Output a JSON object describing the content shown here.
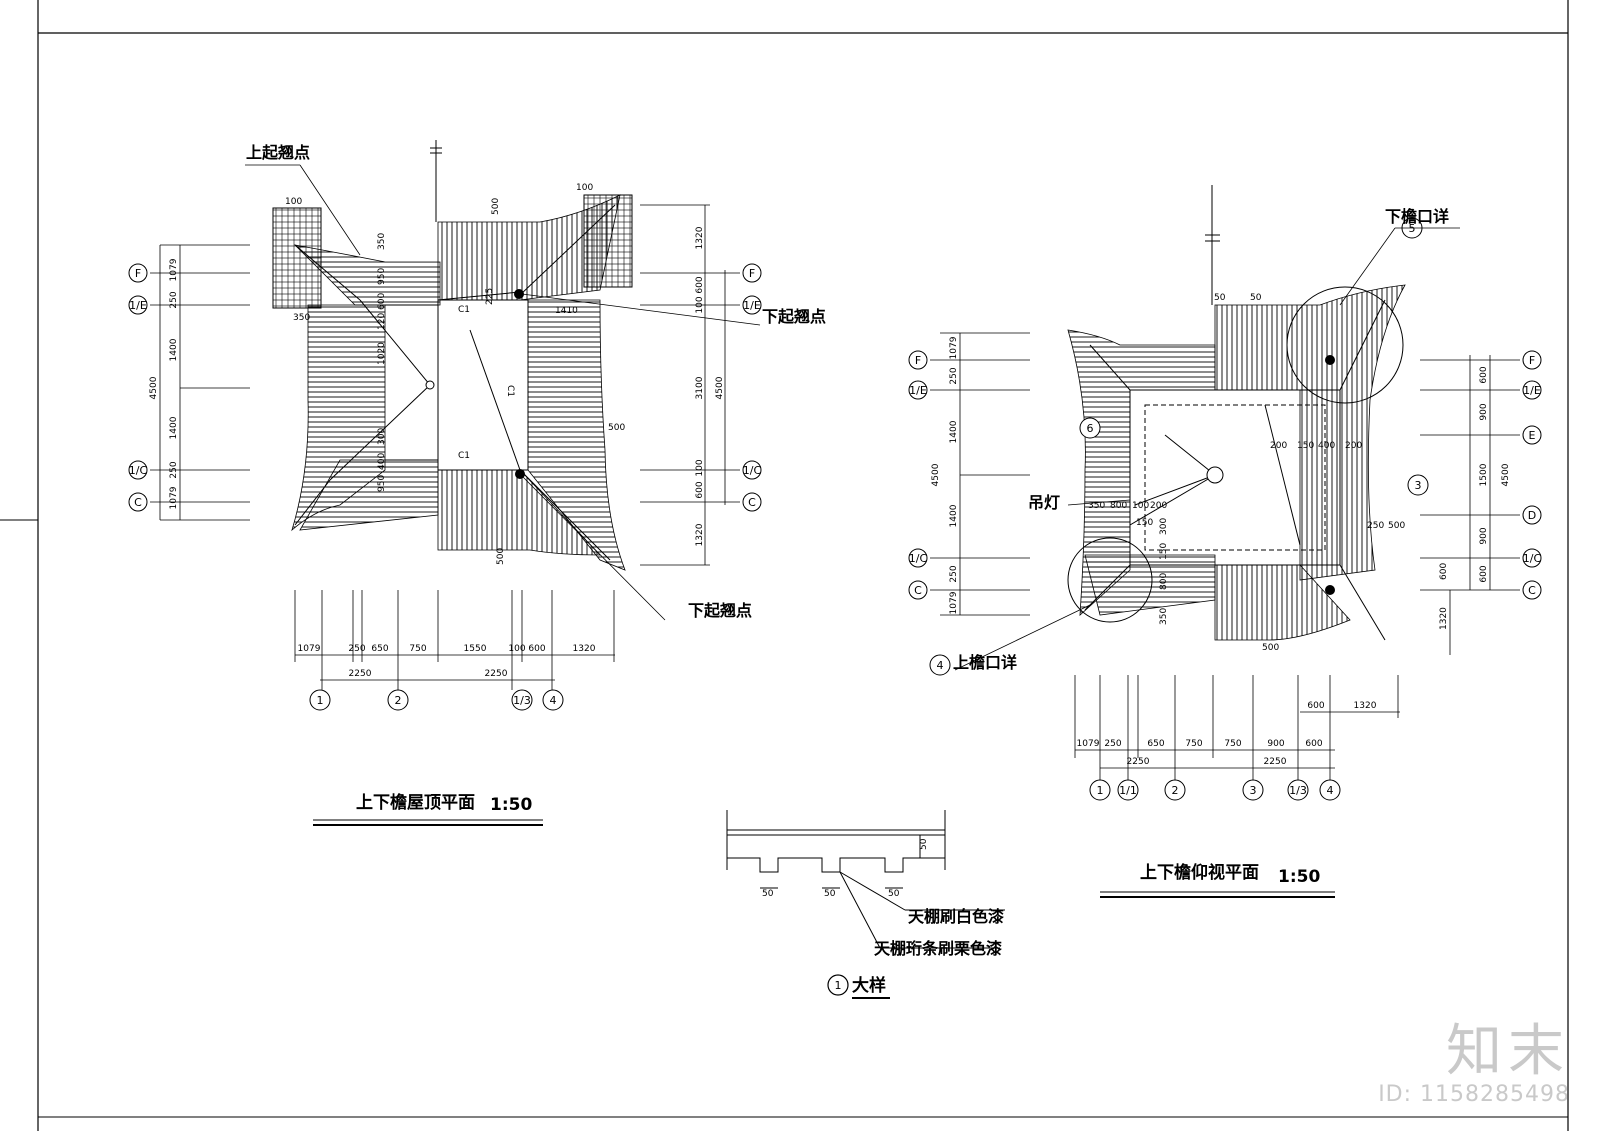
{
  "titles": {
    "roof_plan": "上下檐屋顶平面",
    "roof_plan_scale": "1:50",
    "ceiling_plan": "上下檐仰视平面",
    "ceiling_plan_scale": "1:50",
    "detail": "大样",
    "detail_num": "1"
  },
  "labels": {
    "upper_flare": "上起翘点",
    "lower_flare_1": "下起翘点",
    "lower_flare_2": "下起翘点",
    "lower_eave_detail": "下檐口详",
    "upper_eave_detail": "上檐口详",
    "pendant_lamp": "吊灯",
    "ceiling_white": "天棚刷白色漆",
    "ceiling_purlin": "天棚珩条刷栗色漆",
    "c1": "C1"
  },
  "left_plan": {
    "row_axes": [
      "F",
      "1/E",
      "1/C",
      "C"
    ],
    "col_axes": [
      "1",
      "2",
      "1/3",
      "4"
    ],
    "bottom_dims": [
      "1079",
      "250",
      "650",
      "750",
      "1550",
      "100",
      "600",
      "1320"
    ],
    "bottom_totals": [
      "2250",
      "2250"
    ],
    "left_dims": [
      "1079",
      "250",
      "1400",
      "1400",
      "250",
      "1079"
    ],
    "left_total": "4500",
    "right_dims": [
      "1320",
      "600",
      "100",
      "3100",
      "100",
      "600",
      "1320"
    ],
    "right_total": "4500",
    "misc_dims": [
      "100",
      "100",
      "350",
      "350",
      "950",
      "950",
      "500",
      "500",
      "500",
      "1410",
      "225",
      "600",
      "120",
      "1020",
      "300",
      "400"
    ]
  },
  "right_plan": {
    "row_axes_left": [
      "F",
      "1/E",
      "1/C",
      "C"
    ],
    "row_axes_right": [
      "F",
      "1/E",
      "E",
      "D",
      "1/C",
      "C"
    ],
    "col_axes": [
      "1",
      "1/1",
      "2",
      "3",
      "1/3",
      "4"
    ],
    "bottom_dims": [
      "1079",
      "250",
      "650",
      "750",
      "750",
      "900",
      "600"
    ],
    "bottom_totals": [
      "2250",
      "2250"
    ],
    "bottom_top_dims": [
      "600",
      "1320"
    ],
    "left_dims": [
      "1079",
      "250",
      "1400",
      "1400",
      "250",
      "1079"
    ],
    "left_total": "4500",
    "right_dims": [
      "600",
      "900",
      "1500",
      "900",
      "600"
    ],
    "right_total": "4500",
    "misc_dims": [
      "50",
      "50",
      "200",
      "150",
      "400",
      "200",
      "350",
      "800",
      "100",
      "200",
      "150",
      "300",
      "150",
      "800",
      "350",
      "500",
      "600",
      "1320",
      "250",
      "500"
    ],
    "markers": [
      "6",
      "5",
      "4",
      "3"
    ]
  },
  "detail_dims": [
    "50",
    "50",
    "50",
    "50"
  ],
  "watermark": {
    "logo": "知末",
    "id": "ID: 1158285498"
  }
}
